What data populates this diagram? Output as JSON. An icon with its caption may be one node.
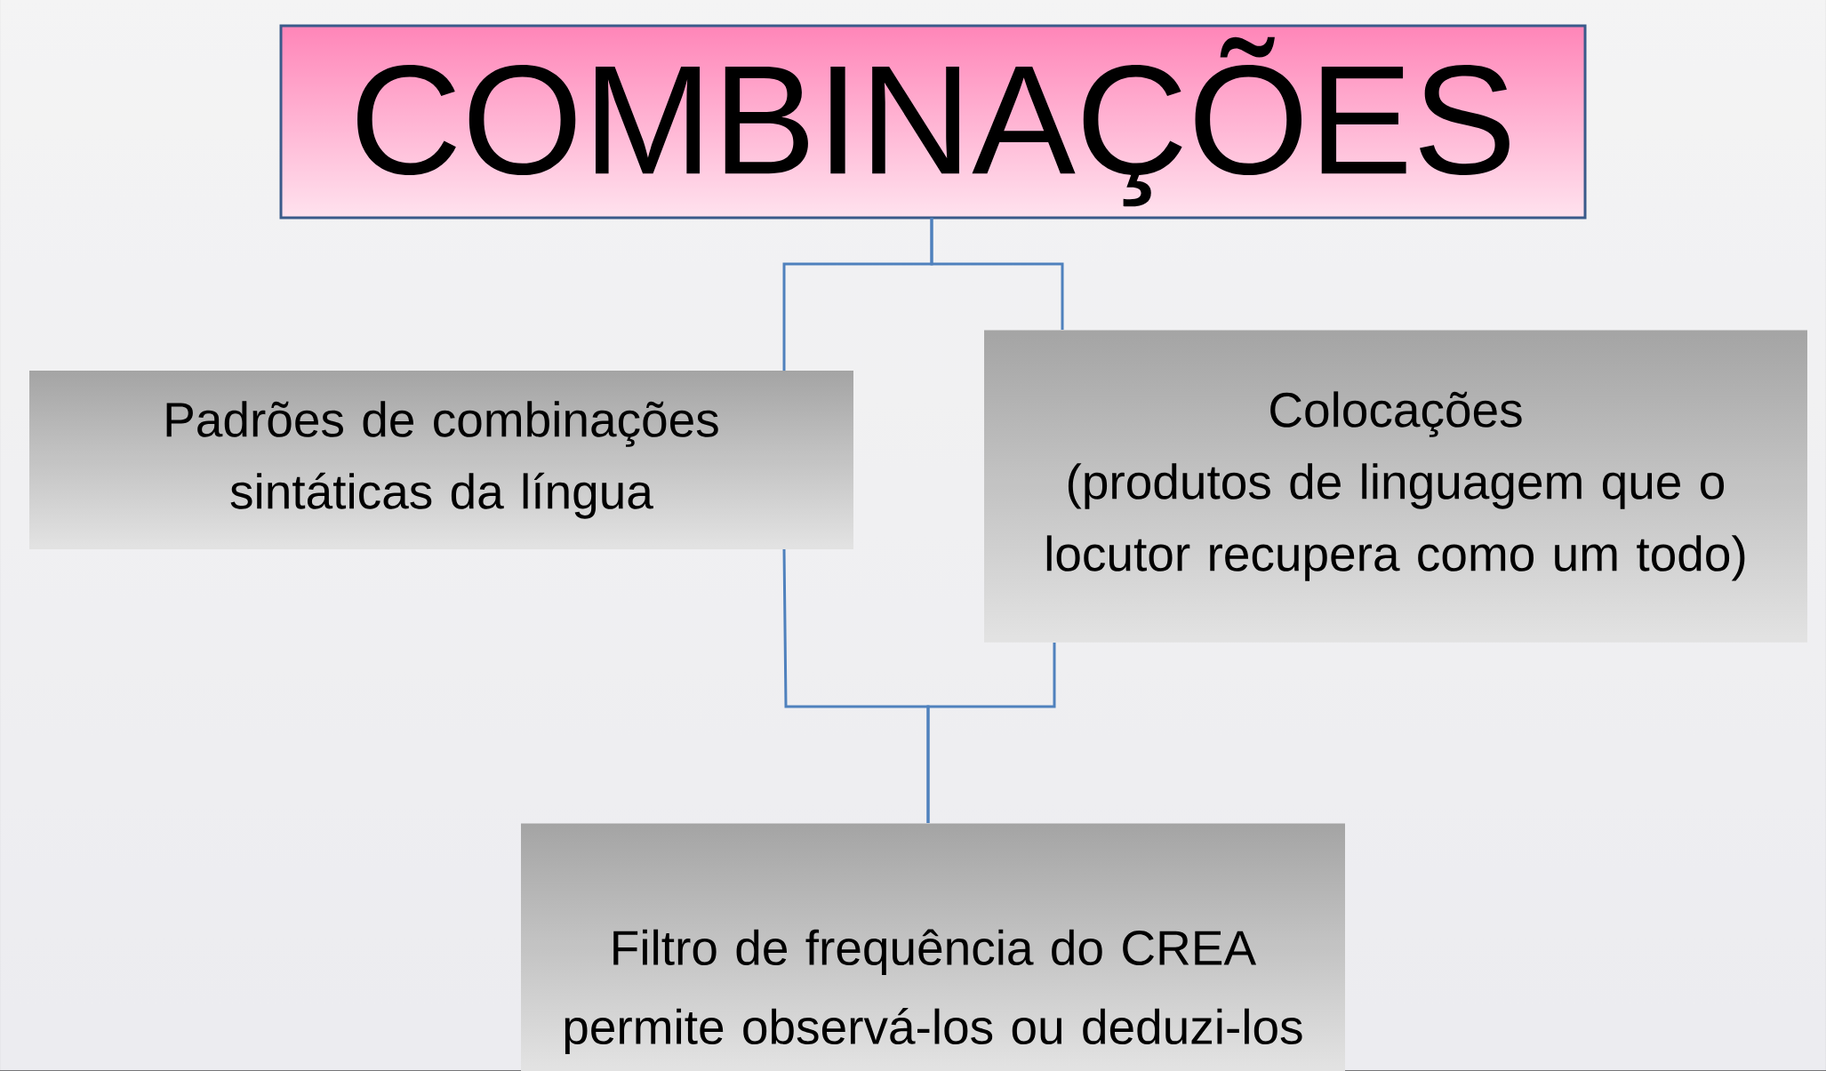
{
  "diagram": {
    "nodes": [
      {
        "text": [
          "COMBINAÇÕES"
        ]
      },
      {
        "text": [
          "Padrões de combinações sintáticas da língua"
        ]
      },
      {
        "text": [
          "Colocações",
          "(produtos de linguagem que o locutor recupera como um todo)"
        ]
      },
      {
        "text": [
          "Filtro de frequência do CREA permite observá-los ou deduzi-los"
        ]
      }
    ],
    "edges": [
      {
        "from": 0,
        "to": 1,
        "arrow": "none"
      },
      {
        "from": 0,
        "to": 2,
        "arrow": "none"
      },
      {
        "from": 1,
        "to": 3,
        "arrow": "none"
      },
      {
        "from": 2,
        "to": 3,
        "arrow": "none"
      }
    ]
  }
}
